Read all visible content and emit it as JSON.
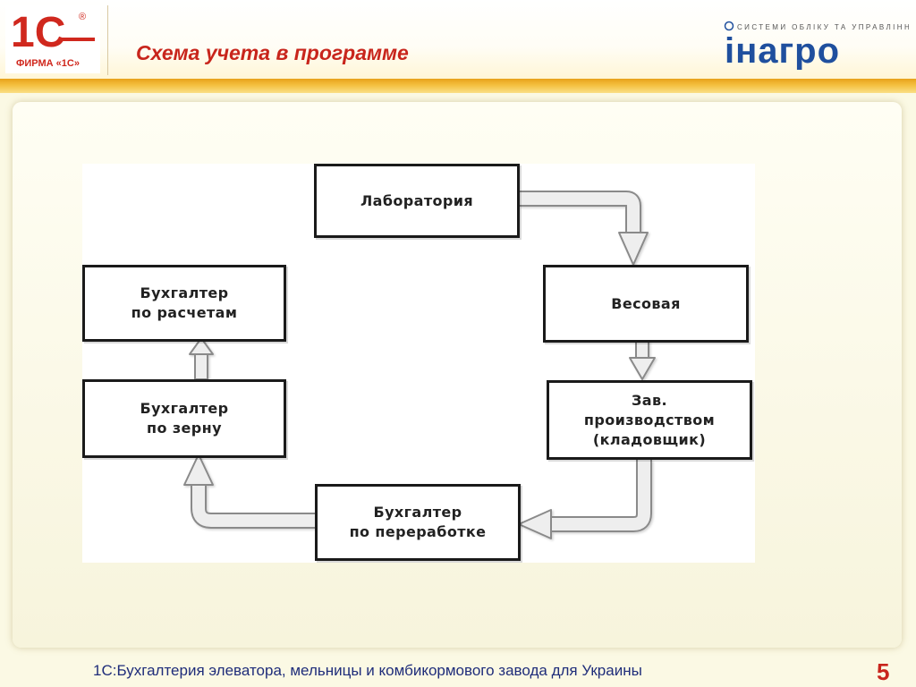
{
  "header": {
    "title": "Схема учета в программе",
    "logo_left": {
      "mark": "1С",
      "registered": "®",
      "caption": "ФИРМА «1С»"
    },
    "logo_right": {
      "tagline": "СИСТЕМИ ОБЛІКУ ТА УПРАВЛІННЯ",
      "name": "інагро"
    }
  },
  "diagram": {
    "nodes": {
      "lab": {
        "lines": [
          "Лаборатория"
        ]
      },
      "weigh": {
        "lines": [
          "Весовая"
        ]
      },
      "warehouse": {
        "lines": [
          "Зав.",
          "производством",
          "(кладовщик)"
        ]
      },
      "processing": {
        "lines": [
          "Бухгалтер",
          "по переработке"
        ]
      },
      "grain": {
        "lines": [
          "Бухгалтер",
          "по зерну"
        ]
      },
      "settlements": {
        "lines": [
          "Бухгалтер",
          "по расчетам"
        ]
      }
    },
    "edges": [
      {
        "from": "lab",
        "to": "weigh"
      },
      {
        "from": "weigh",
        "to": "warehouse"
      },
      {
        "from": "warehouse",
        "to": "processing"
      },
      {
        "from": "processing",
        "to": "grain"
      },
      {
        "from": "grain",
        "to": "settlements"
      }
    ]
  },
  "footer": {
    "text": "1С:Бухгалтерия элеватора, мельницы и комбикормового завода для Украины",
    "page_number": "5"
  },
  "colors": {
    "title": "#c8251c",
    "footer_text": "#1f2d7a",
    "header_band": "#f4c040",
    "logo_red": "#d0281e",
    "logo_blue": "#1f4f9e",
    "node_border": "#1a1a1a",
    "arrow_fill": "#eeeeee",
    "arrow_stroke": "#8a8a8a"
  }
}
